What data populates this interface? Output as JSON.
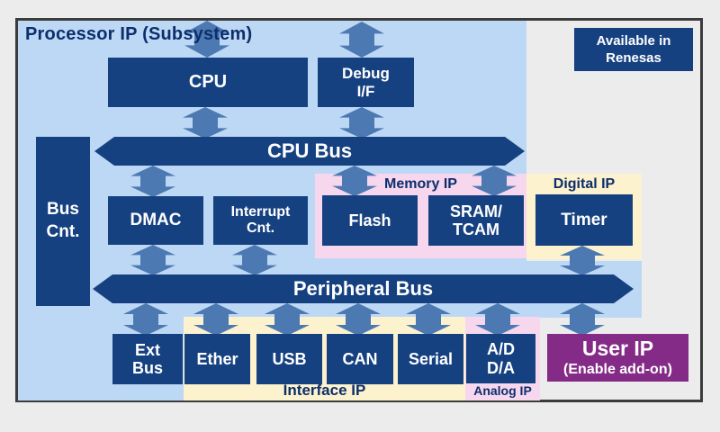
{
  "title": "Processor IP (Subsystem)",
  "badge": {
    "line1": "Available in",
    "line2": "Renesas"
  },
  "buses": {
    "cpu_bus": "CPU Bus",
    "peripheral_bus": "Peripheral Bus"
  },
  "regions": {
    "memory": "Memory IP",
    "digital": "Digital IP",
    "interface": "Interface IP",
    "analog": "Analog IP"
  },
  "blocks": {
    "cpu": "CPU",
    "debug_l1": "Debug",
    "debug_l2": "I/F",
    "bus_cnt_l1": "Bus",
    "bus_cnt_l2": "Cnt.",
    "dmac": "DMAC",
    "interrupt_l1": "Interrupt",
    "interrupt_l2": "Cnt.",
    "flash": "Flash",
    "sram_l1": "SRAM/",
    "sram_l2": "TCAM",
    "timer": "Timer",
    "ext_bus_l1": "Ext",
    "ext_bus_l2": "Bus",
    "ether": "Ether",
    "usb": "USB",
    "can": "CAN",
    "serial": "Serial",
    "ad_da_l1": "A/D",
    "ad_da_l2": "D/A"
  },
  "user_ip": {
    "title": "User IP",
    "subtitle": "(Enable add-on)"
  },
  "colors": {
    "bg": "#ececec",
    "frame": "#3c3c3c",
    "region-blue": "#bdd8f4",
    "navy": "#164181",
    "arrow": "#4d79b2",
    "pink": "#f6d7ee",
    "yellow": "#fcf2cd",
    "purple": "#842b87",
    "navy-text": "#0d2e6d",
    "white": "#ffffff"
  }
}
